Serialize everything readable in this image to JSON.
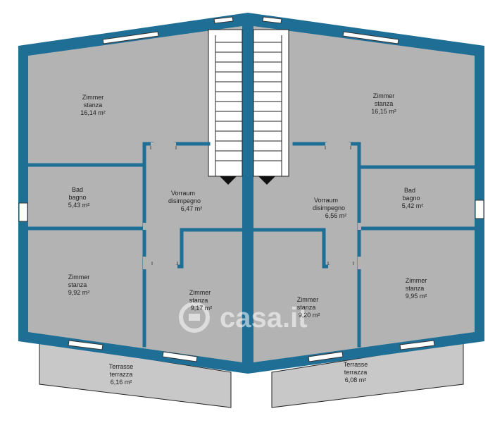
{
  "rooms": {
    "zimmer_tl": {
      "l1": "Zimmer",
      "l2": "stanza",
      "area": "16,14 m²"
    },
    "zimmer_tr": {
      "l1": "Zimmer",
      "l2": "stanza",
      "area": "16,15 m²"
    },
    "bad_l": {
      "l1": "Bad",
      "l2": "bagno",
      "area": "5,43 m²"
    },
    "bad_r": {
      "l1": "Bad",
      "l2": "bagno",
      "area": "5,42 m²"
    },
    "vorraum_l": {
      "l1": "Vorraum",
      "l2": "disimpegno",
      "area": "6,47 m²"
    },
    "vorraum_r": {
      "l1": "Vorraum",
      "l2": "disimpegno",
      "area": "6,56 m²"
    },
    "zimmer_bl": {
      "l1": "Zimmer",
      "l2": "stanza",
      "area": "9,92 m²"
    },
    "zimmer_br": {
      "l1": "Zimmer",
      "l2": "stanza",
      "area": "9,95 m²"
    },
    "zimmer_cl": {
      "l1": "Zimmer",
      "l2": "stanza",
      "area": "9,17 m²"
    },
    "zimmer_cr": {
      "l1": "Zimmer",
      "l2": "stanza",
      "area": "9,20 m²"
    },
    "terrasse_l": {
      "l1": "Terrasse",
      "l2": "terrazza",
      "area": "6,16 m²"
    },
    "terrasse_r": {
      "l1": "Terrasse",
      "l2": "terrazza",
      "area": "6,08 m²"
    }
  },
  "watermark": {
    "text": "casa.it"
  },
  "colors": {
    "wall": "#1f6e96",
    "floor": "#b3b3b3",
    "terrace": "#c8c8c8"
  }
}
